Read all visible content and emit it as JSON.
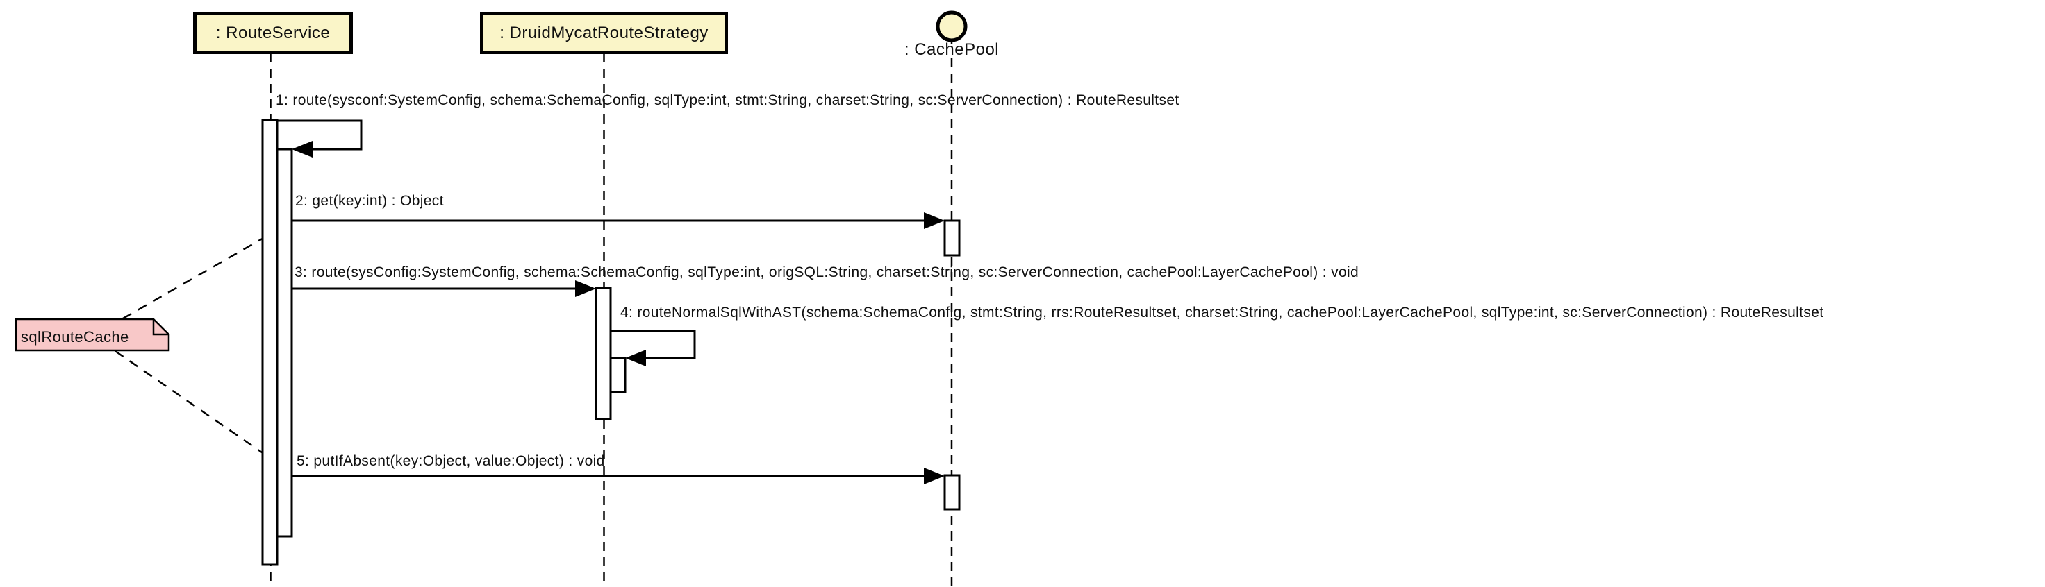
{
  "diagram": {
    "type": "uml-sequence",
    "participants": [
      {
        "id": "routeservice",
        "label": ": RouteService",
        "shape": "box"
      },
      {
        "id": "druidmycatroutestrategy",
        "label": ": DruidMycatRouteStrategy",
        "shape": "box"
      },
      {
        "id": "cachepool",
        "label": ": CachePool",
        "shape": "entity-circle"
      }
    ],
    "messages": [
      {
        "seq": "1",
        "from": "routeservice",
        "to": "routeservice",
        "kind": "self",
        "label": "1: route(sysconf:SystemConfig, schema:SchemaConfig, sqlType:int, stmt:String, charset:String, sc:ServerConnection) : RouteResultset"
      },
      {
        "seq": "2",
        "from": "routeservice",
        "to": "cachepool",
        "kind": "sync",
        "label": "2: get(key:int) : Object"
      },
      {
        "seq": "3",
        "from": "routeservice",
        "to": "druidmycatroutestrategy",
        "kind": "sync",
        "label": "3: route(sysConfig:SystemConfig, schema:SchemaConfig, sqlType:int, origSQL:String, charset:String, sc:ServerConnection, cachePool:LayerCachePool) : void"
      },
      {
        "seq": "4",
        "from": "druidmycatroutestrategy",
        "to": "druidmycatroutestrategy",
        "kind": "self",
        "label": "4: routeNormalSqlWithAST(schema:SchemaConfig, stmt:String, rrs:RouteResultset, charset:String, cachePool:LayerCachePool, sqlType:int, sc:ServerConnection) : RouteResultset"
      },
      {
        "seq": "5",
        "from": "routeservice",
        "to": "cachepool",
        "kind": "sync",
        "label": "5: putIfAbsent(key:Object, value:Object) : void"
      }
    ],
    "note": {
      "text": "sqlRouteCache",
      "attached_to": [
        "message-2",
        "message-5"
      ]
    },
    "colors": {
      "participant_fill": "#faf5c8",
      "note_fill": "#f8c8c8",
      "stroke": "#000000",
      "background": "#ffffff"
    }
  }
}
